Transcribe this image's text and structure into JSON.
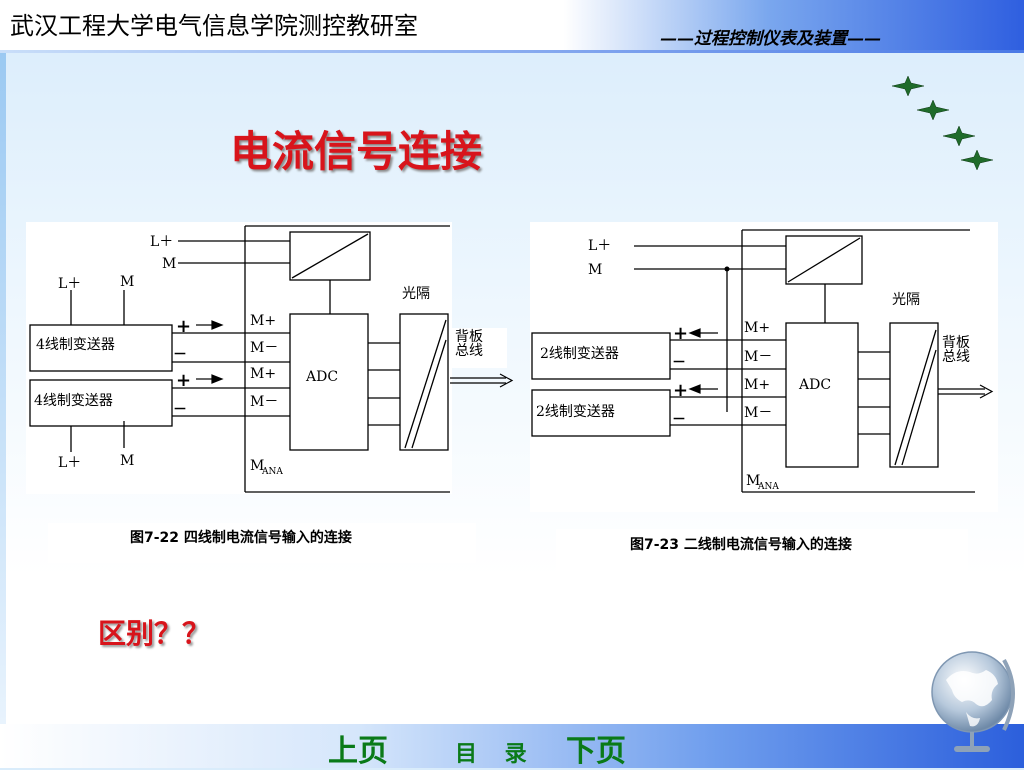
{
  "header": {
    "org": "武汉工程大学电气信息学院测控教研室",
    "course": "——过程控制仪表及装置——"
  },
  "title": "电流信号连接",
  "diagram1": {
    "lplus_top": "L＋",
    "m_top": "M",
    "lplus_left": "L＋",
    "m_left": "M",
    "transmitter1": "4线制变送器",
    "transmitter2": "4线制变送器",
    "lplus_bottom": "L＋",
    "m_bottom": "M",
    "m_plus_1": "M+",
    "m_minus_1": "M－",
    "m_plus_2": "M+",
    "m_minus_2": "M－",
    "adc": "ADC",
    "m_ana": "M",
    "m_ana_sub": "ANA",
    "opto": "光隔",
    "backplane_1": "背板",
    "backplane_2": "总线",
    "plus1": "+",
    "minus1": "－",
    "plus2": "+",
    "minus2": "－"
  },
  "caption1": "图7-22  四线制电流信号输入的连接",
  "diagram2": {
    "lplus_top": "L＋",
    "m_top": "M",
    "transmitter1": "2线制变送器",
    "transmitter2": "2线制变送器",
    "m_plus_1": "M+",
    "m_minus_1": "M－",
    "m_plus_2": "M+",
    "m_minus_2": "M－",
    "adc": "ADC",
    "m_ana": "M",
    "m_ana_sub": "ANA",
    "opto": "光隔",
    "backplane_1": "背板",
    "backplane_2": "总线",
    "plus1": "+",
    "minus1": "－",
    "plus2": "+",
    "minus2": "－"
  },
  "caption2": "图7-23  二线制电流信号输入的连接",
  "question": "区别？？",
  "nav": {
    "prev": "上页",
    "toc": "目 录",
    "next": "下页"
  },
  "icons": [
    "star-icon",
    "globe-icon",
    "arrow-right-icon"
  ],
  "colors": {
    "title": "#d8141b",
    "nav": "#0a7a18",
    "header_blue": "#2f5fe0",
    "star": "#1f6b2a"
  }
}
